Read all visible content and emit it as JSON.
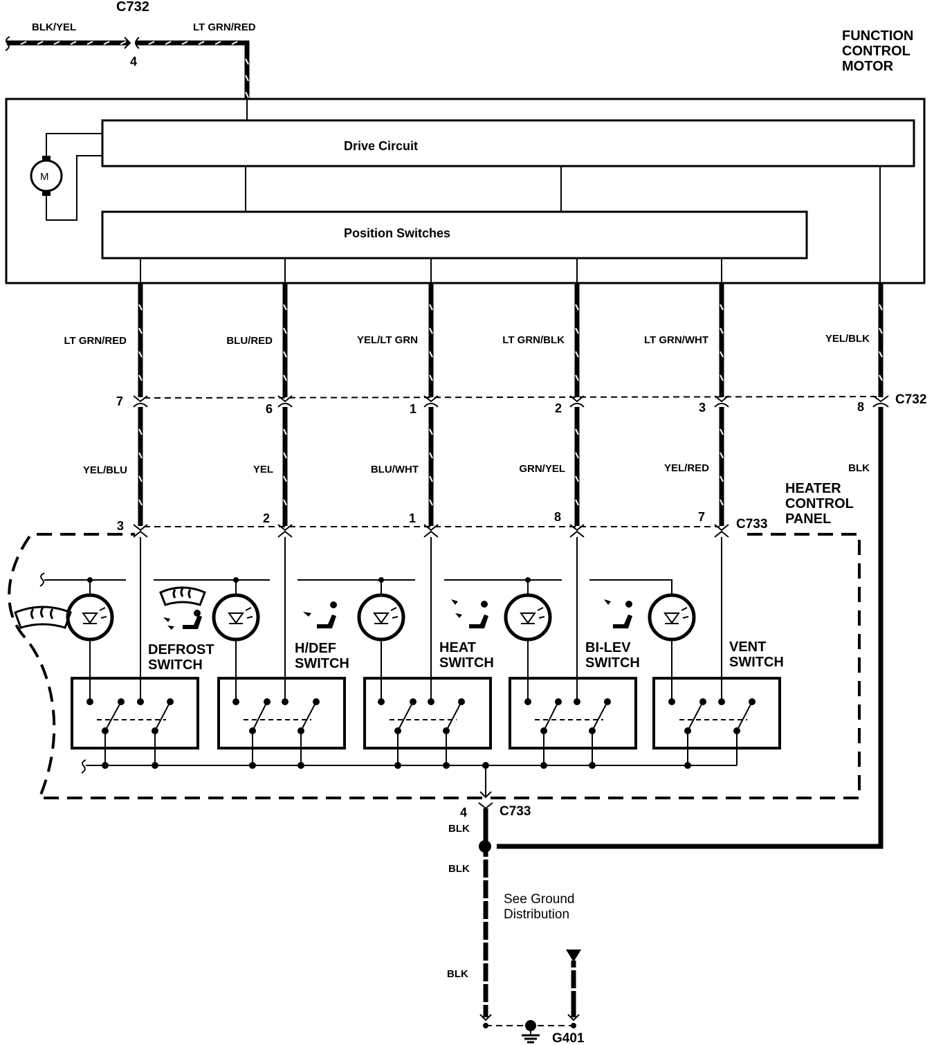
{
  "motor": {
    "title_lines": [
      "FUNCTION",
      "CONTROL",
      "MOTOR"
    ],
    "drive_circuit": "Drive Circuit",
    "position_switches": "Position Switches",
    "motor_symbol": "M"
  },
  "top_connector": {
    "name": "C732",
    "pin": "4",
    "left_wire": "BLK/YEL",
    "right_wire": "LT GRN/RED"
  },
  "wires_upper": [
    "LT GRN/RED",
    "BLU/RED",
    "YEL/LT GRN",
    "LT GRN/BLK",
    "LT GRN/WHT",
    "YEL/BLK"
  ],
  "c732": {
    "name": "C732",
    "pins": [
      "7",
      "6",
      "1",
      "2",
      "3",
      "8"
    ]
  },
  "wires_lower": [
    "YEL/BLU",
    "YEL",
    "BLU/WHT",
    "GRN/YEL",
    "YEL/RED",
    "BLK"
  ],
  "c733": {
    "name": "C733",
    "pins": [
      "3",
      "2",
      "1",
      "8",
      "7"
    ]
  },
  "panel": {
    "title_lines": [
      "HEATER",
      "CONTROL",
      "PANEL"
    ]
  },
  "switches": [
    {
      "line1": "DEFROST",
      "line2": "SWITCH"
    },
    {
      "line1": "H/DEF",
      "line2": "SWITCH"
    },
    {
      "line1": "HEAT",
      "line2": "SWITCH"
    },
    {
      "line1": "BI-LEV",
      "line2": "SWITCH"
    },
    {
      "line1": "VENT",
      "line2": "SWITCH"
    }
  ],
  "ground": {
    "connector": "C733",
    "pin": "4",
    "wire_labels": [
      "BLK",
      "BLK",
      "BLK"
    ],
    "note_lines": [
      "See Ground",
      "Distribution"
    ],
    "ground_name": "G401"
  },
  "icons": [
    "defrost-icon",
    "lamp-icon",
    "air-flow-icon",
    "switch-icon",
    "ground-icon",
    "motor-icon"
  ]
}
